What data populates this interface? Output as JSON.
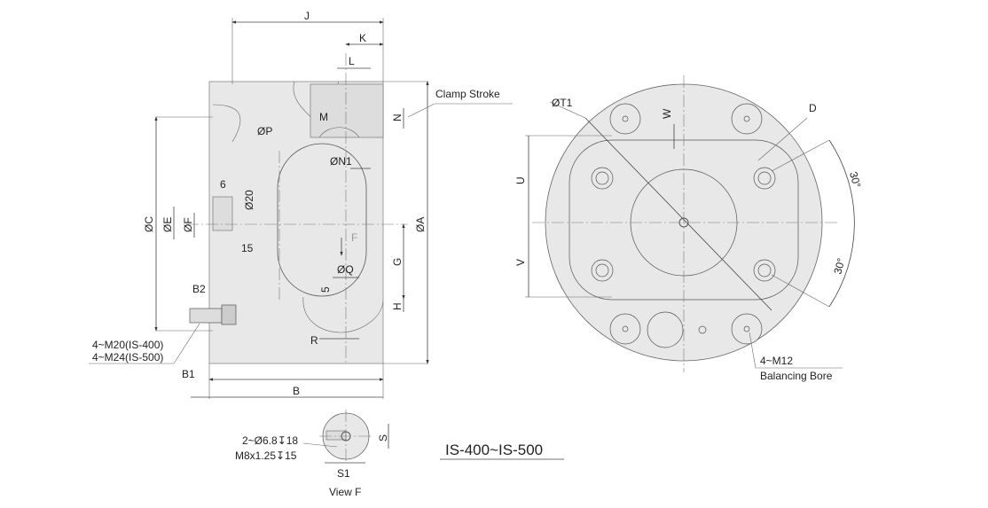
{
  "side_view": {
    "labels": {
      "J": "J",
      "K": "K",
      "L": "L",
      "M": "M",
      "N": "N",
      "clamp_stroke": "Clamp Stroke",
      "P": "ØP",
      "N1": "ØN1",
      "C": "ØC",
      "E": "ØE",
      "F": "ØF",
      "dim6": "6",
      "dim20": "Ø20",
      "dim15": "15",
      "A": "ØA",
      "arrow_F": "F",
      "G": "G",
      "Q": "ØQ",
      "dim5": "5",
      "H": "H",
      "R": "R",
      "B2": "B2",
      "B1": "B1",
      "B": "B",
      "thread1": "4~M20(IS-400)",
      "thread2": "4~M24(IS-500)"
    }
  },
  "front_view": {
    "labels": {
      "T1": "ØT1",
      "W": "W",
      "D": "D",
      "U": "U",
      "V": "V",
      "angle1": "30°",
      "angle2": "30°",
      "bore1": "4~M12",
      "bore2": "Balancing Bore"
    }
  },
  "view_f": {
    "labels": {
      "hole1": "2~Ø6.8↧18",
      "hole2": "M8x1.25↧15",
      "S": "S",
      "S1": "S1",
      "title": "View F"
    }
  },
  "model_title": "IS-400~IS-500"
}
